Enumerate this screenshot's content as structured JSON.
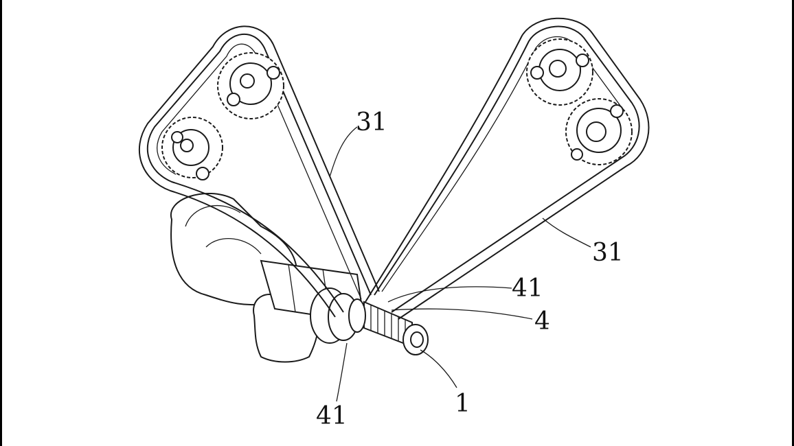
{
  "figure": {
    "labels": {
      "belt_left": "31",
      "belt_right": "31",
      "tooth_upper": "41",
      "gear": "4",
      "tooth_lower": "41",
      "crankshaft": "1"
    }
  }
}
